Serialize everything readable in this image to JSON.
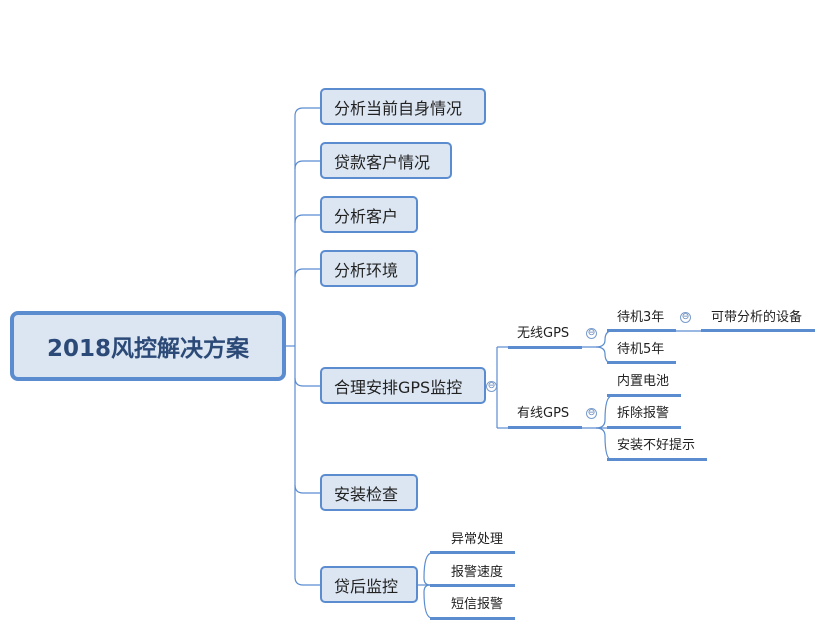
{
  "root": "2018风控解决方案",
  "branches": [
    {
      "label": "分析当前自身情况"
    },
    {
      "label": "贷款客户情况"
    },
    {
      "label": "分析客户"
    },
    {
      "label": "分析环境"
    },
    {
      "label": "合理安排GPS监控",
      "children": [
        {
          "label": "无线GPS",
          "children": [
            {
              "label": "待机3年",
              "children": [
                {
                  "label": "可带分析的设备"
                }
              ]
            },
            {
              "label": "待机5年"
            }
          ]
        },
        {
          "label": "有线GPS",
          "children": [
            {
              "label": "内置电池"
            },
            {
              "label": "拆除报警"
            },
            {
              "label": "安装不好提示"
            }
          ]
        }
      ]
    },
    {
      "label": "安装检查"
    },
    {
      "label": "贷后监控",
      "children": [
        {
          "label": "异常处理"
        },
        {
          "label": "报警速度"
        },
        {
          "label": "短信报警"
        }
      ]
    }
  ],
  "collapse_symbol": "⊖"
}
